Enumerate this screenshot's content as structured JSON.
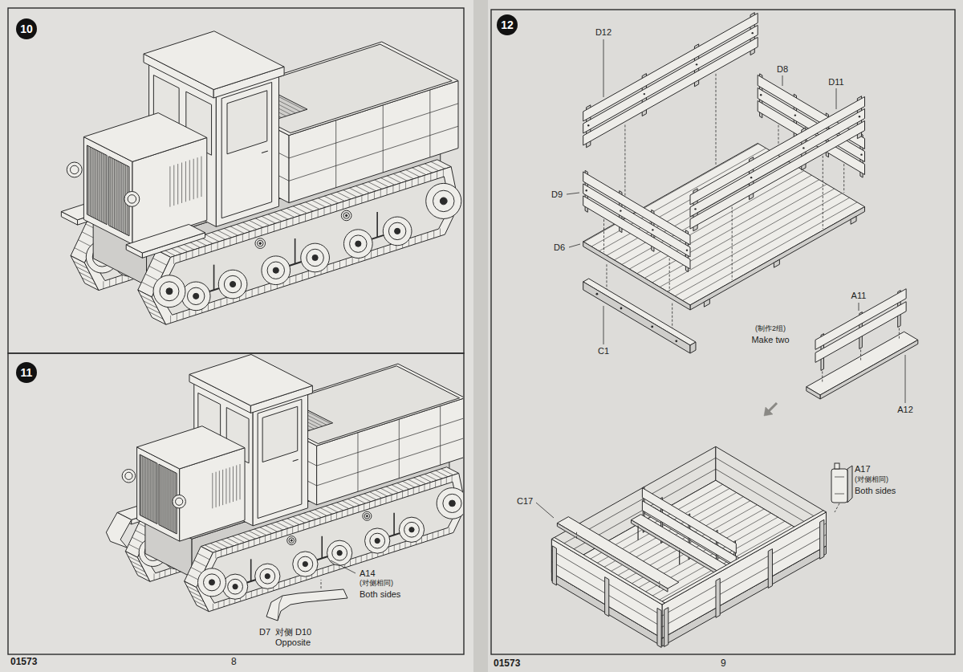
{
  "diagram": {
    "nodes": [
      {
        "text": [
          "10"
        ]
      },
      {
        "text": [
          "11"
        ]
      },
      {
        "text": [
          "12"
        ]
      }
    ],
    "labels": [
      "A14",
      "(对侧相同)",
      "Both sides",
      "D7",
      "对侧 D10",
      "Opposite",
      "D12",
      "D8",
      "D11",
      "D9",
      "D6",
      "C1",
      "(制作2组)",
      "Make two",
      "A11",
      "A12",
      "C17",
      "A17",
      "(对侧相同)",
      "Both sides",
      "01573",
      "8",
      "01573",
      "9"
    ]
  }
}
